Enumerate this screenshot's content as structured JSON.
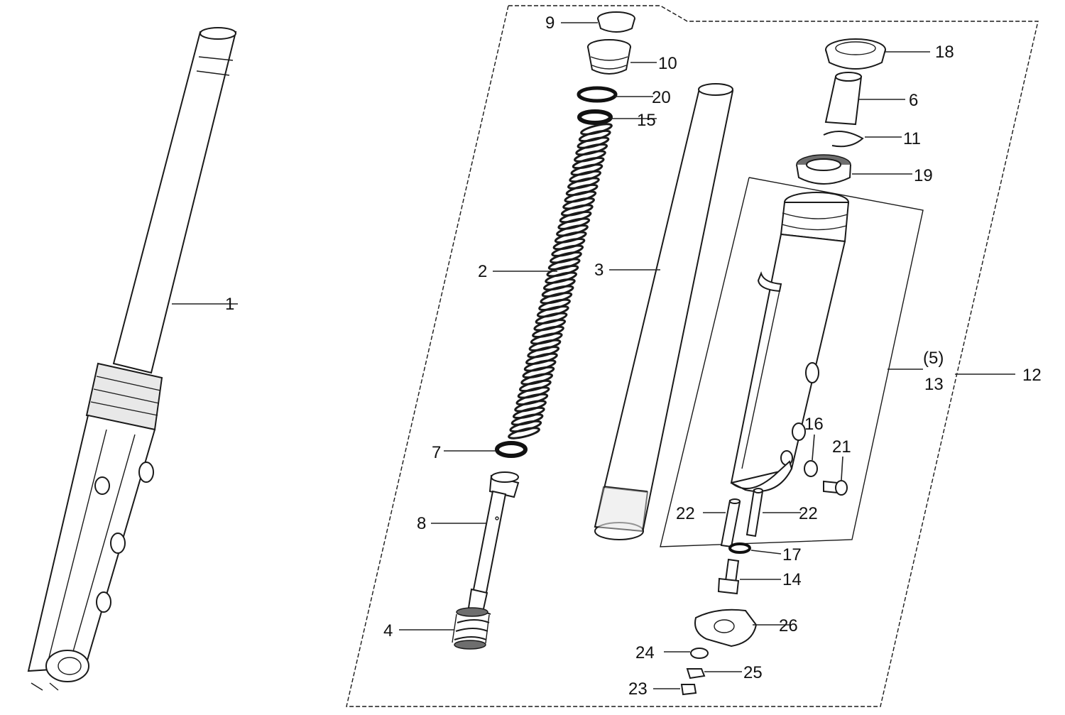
{
  "diagram": {
    "callouts": {
      "p1": "1",
      "p2": "2",
      "p3": "3",
      "p4": "4",
      "p6": "6",
      "p7": "7",
      "p8": "8",
      "p9": "9",
      "p10": "10",
      "p11": "11",
      "p12": "12",
      "p13": "13",
      "p13_mark": "(5)",
      "p14": "14",
      "p15": "15",
      "p16": "16",
      "p17": "17",
      "p18": "18",
      "p19": "19",
      "p20": "20",
      "p21": "21",
      "p22a": "22",
      "p22b": "22",
      "p23": "23",
      "p24": "24",
      "p25": "25",
      "p26": "26"
    },
    "icons": [
      "fork-assembly",
      "fork-spring",
      "fork-tube",
      "fork-slider",
      "damper-rod",
      "rebound-spring",
      "dust-seal",
      "oil-seal",
      "fork-bolt",
      "axle-holder"
    ]
  }
}
